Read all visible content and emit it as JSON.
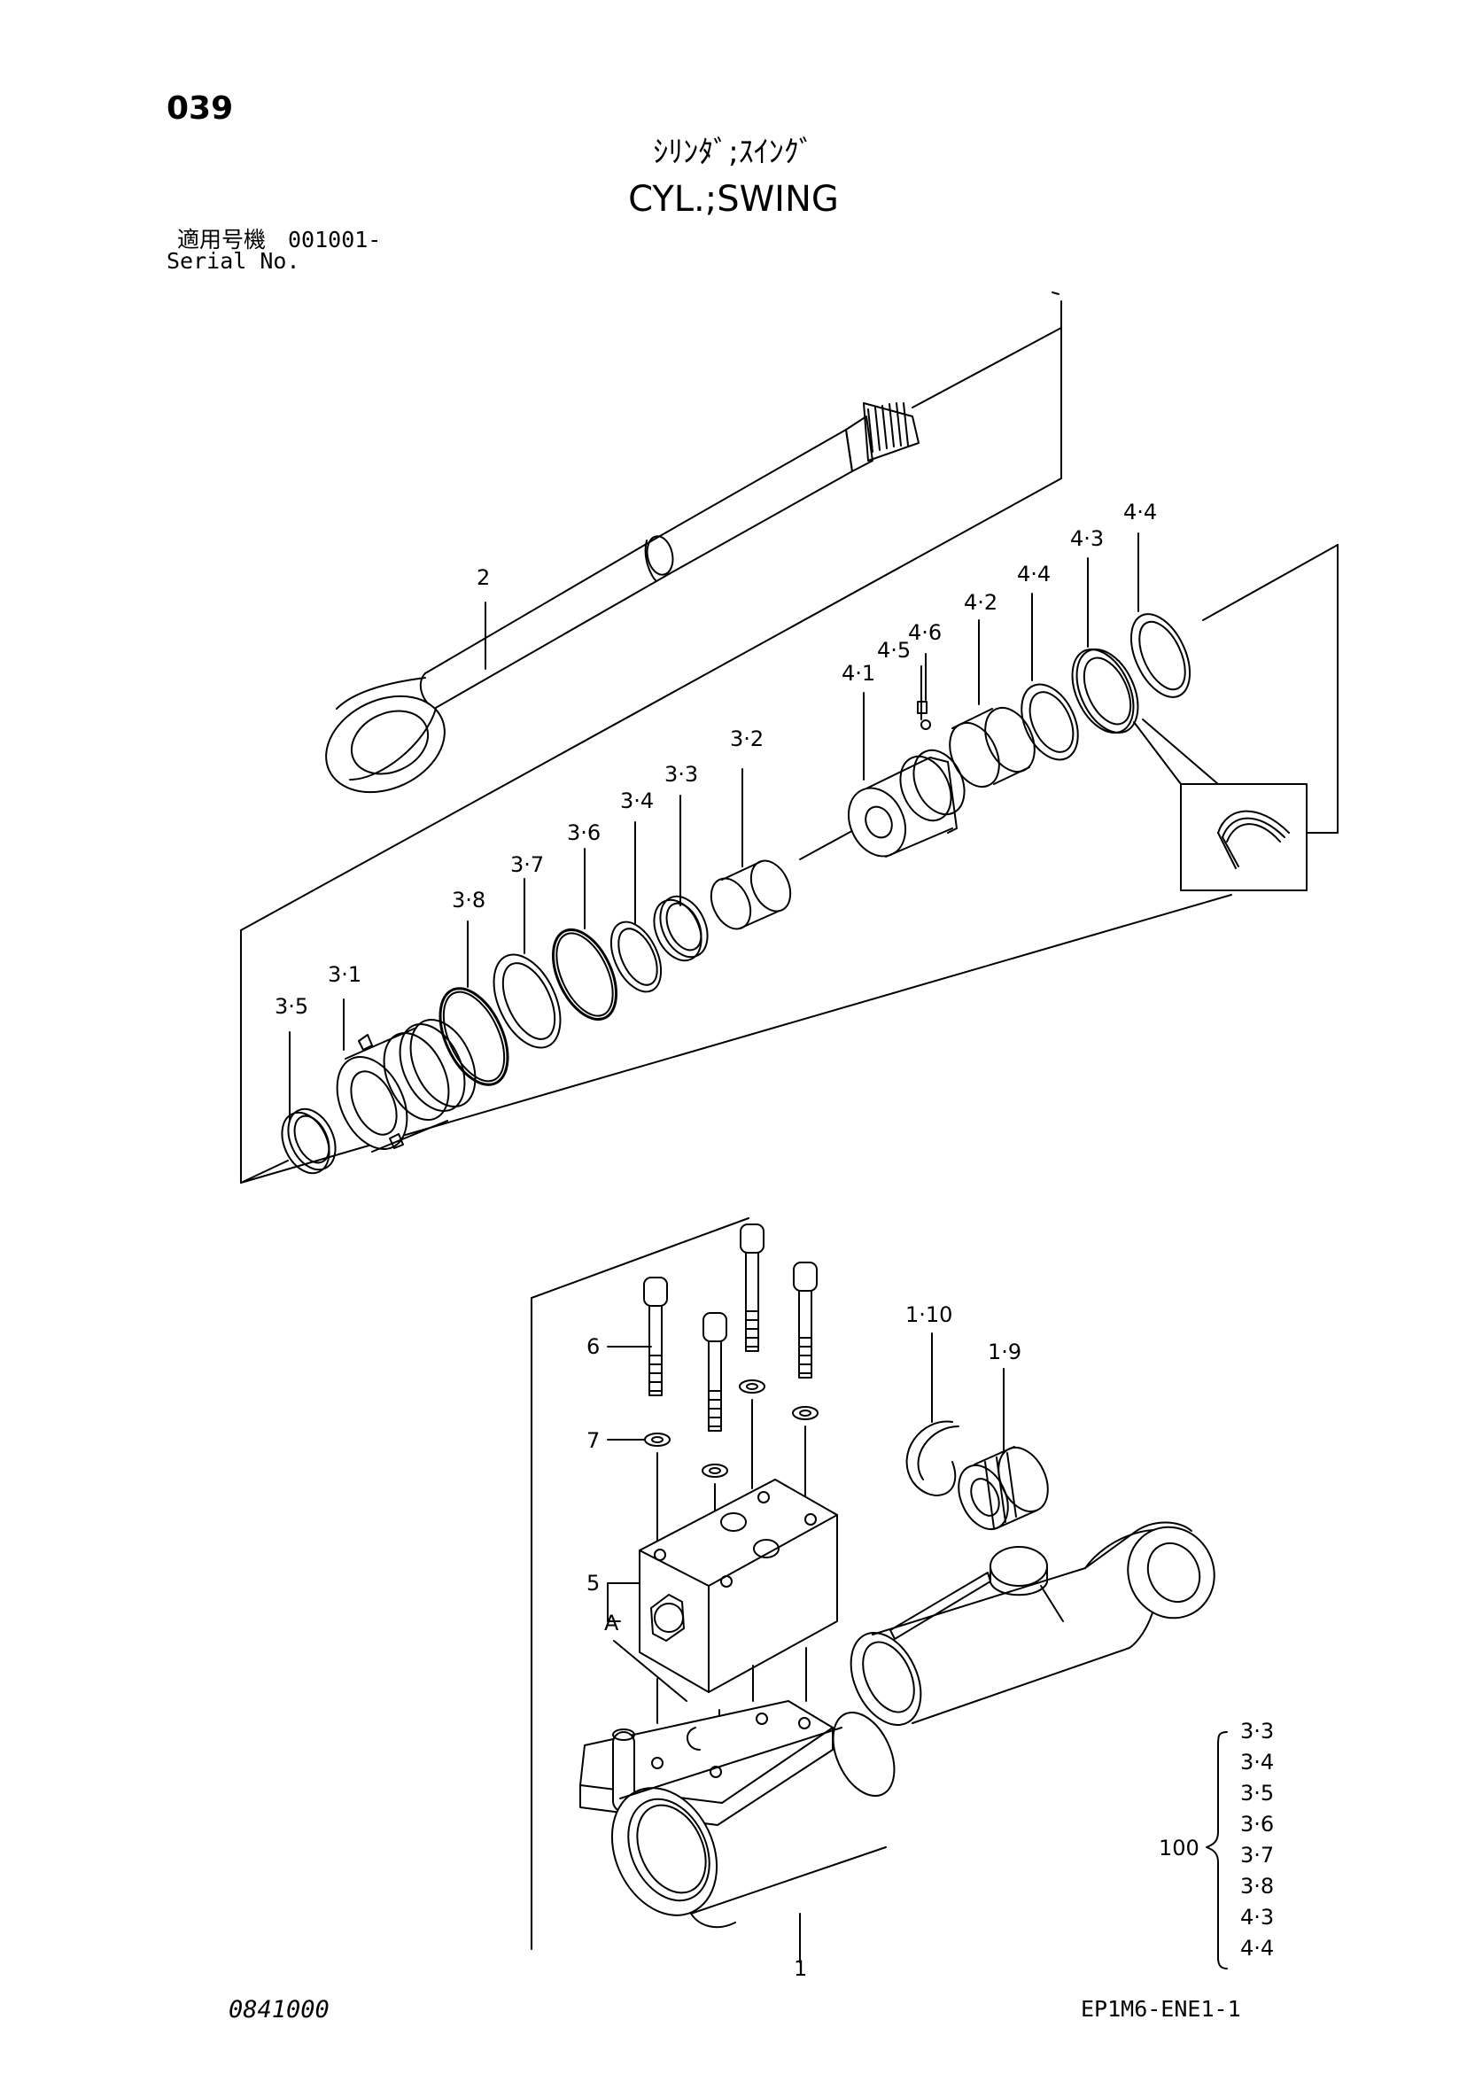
{
  "header": {
    "page_number": "039",
    "title_jp": "ｼﾘﾝﾀﾞ;ｽｲﾝｸﾞ",
    "title_en": "CYL.;SWING",
    "serial_jp": "適用号機　001001-",
    "serial_en": "Serial No."
  },
  "parts": {
    "p1": "1",
    "p1_9": "1·9",
    "p1_10": "1·10",
    "p2": "2",
    "p3_1": "3·1",
    "p3_2": "3·2",
    "p3_3": "3·3",
    "p3_4": "3·4",
    "p3_5": "3·5",
    "p3_6": "3·6",
    "p3_7": "3·7",
    "p3_8": "3·8",
    "p4_1": "4·1",
    "p4_2": "4·2",
    "p4_3": "4·3",
    "p4_4a": "4·4",
    "p4_4b": "4·4",
    "p4_5": "4·5",
    "p4_6": "4·6",
    "p5": "5",
    "p6": "6",
    "p7": "7",
    "detail_a": "A"
  },
  "kit": {
    "number": "100",
    "items": [
      "3·3",
      "3·4",
      "3·5",
      "3·6",
      "3·7",
      "3·8",
      "4·3",
      "4·4"
    ]
  },
  "footer": {
    "left_code": "0841000",
    "right_code": "EP1M6-ENE1-1"
  }
}
